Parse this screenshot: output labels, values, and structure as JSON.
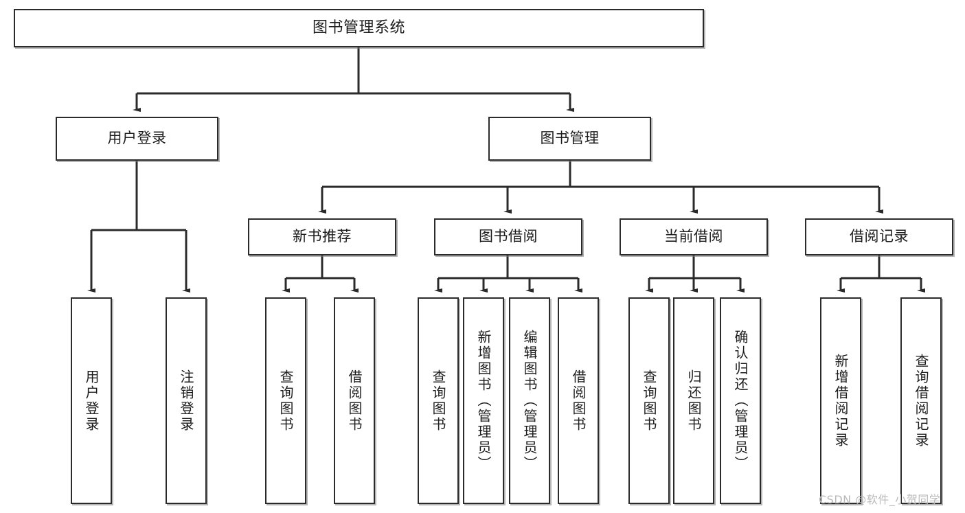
{
  "diagram": {
    "title": "图书管理系统",
    "type": "tree",
    "watermark": "CSDN @软件_小贺同学",
    "colors": {
      "stroke": "#2b2b2b",
      "fill": "#ffffff",
      "text": "#1d1d1d",
      "watermark": "#b9b9b9"
    },
    "root": {
      "label": "图书管理系统"
    },
    "level2": [
      {
        "label": "用户登录"
      },
      {
        "label": "图书管理"
      }
    ],
    "level3": [
      {
        "label": "新书推荐"
      },
      {
        "label": "图书借阅"
      },
      {
        "label": "当前借阅"
      },
      {
        "label": "借阅记录"
      }
    ],
    "leaves": {
      "user_login": [
        {
          "label": "用户登录"
        },
        {
          "label": "注销登录"
        }
      ],
      "new_book_recommend": [
        {
          "label": "查询图书"
        },
        {
          "label": "借阅图书"
        }
      ],
      "book_borrow": [
        {
          "label": "查询图书"
        },
        {
          "label": "新增图书（管理员）"
        },
        {
          "label": "编辑图书（管理员）"
        },
        {
          "label": "借阅图书"
        }
      ],
      "current_borrow": [
        {
          "label": "查询图书"
        },
        {
          "label": "归还图书"
        },
        {
          "label": "确认归还（管理员）"
        }
      ],
      "borrow_record": [
        {
          "label": "新增借阅记录"
        },
        {
          "label": "查询借阅记录"
        }
      ]
    }
  }
}
